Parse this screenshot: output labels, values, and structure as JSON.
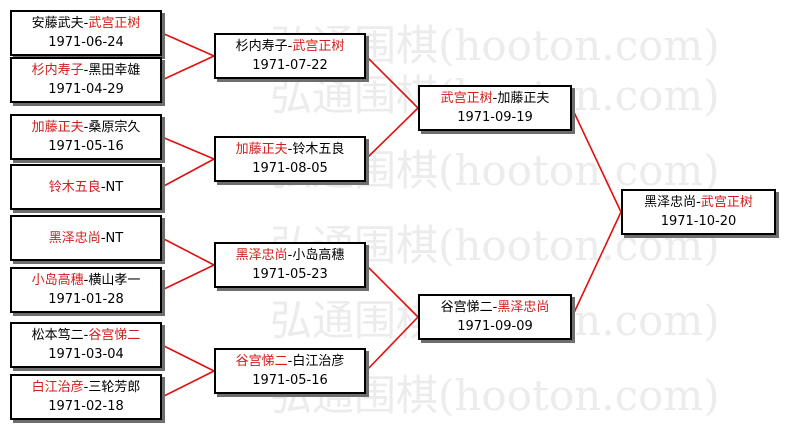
{
  "watermark": "弘通围棋(hooton.com)",
  "colors": {
    "line": "#e01010",
    "winner": "#d02020",
    "text": "#000000"
  },
  "bracket": {
    "round1": [
      {
        "p1": "安藤武夫",
        "p2": "武宫正树",
        "winner": 2,
        "date": "1971-06-24"
      },
      {
        "p1": "杉内寿子",
        "p2": "黑田幸雄",
        "winner": 1,
        "date": "1971-04-29"
      },
      {
        "p1": "加藤正夫",
        "p2": "桑原宗久",
        "winner": 1,
        "date": "1971-05-16"
      },
      {
        "p1": "铃木五良",
        "p2": "NT",
        "winner": 1,
        "date": ""
      },
      {
        "p1": "黑泽忠尚",
        "p2": "NT",
        "winner": 1,
        "date": ""
      },
      {
        "p1": "小岛高穗",
        "p2": "横山孝一",
        "winner": 1,
        "date": "1971-01-28"
      },
      {
        "p1": "松本笃二",
        "p2": "谷宫悌二",
        "winner": 2,
        "date": "1971-03-04"
      },
      {
        "p1": "白江治彦",
        "p2": "三轮芳郎",
        "winner": 1,
        "date": "1971-02-18"
      }
    ],
    "round2": [
      {
        "p1": "杉内寿子",
        "p2": "武宫正树",
        "winner": 2,
        "date": "1971-07-22"
      },
      {
        "p1": "加藤正夫",
        "p2": "铃木五良",
        "winner": 1,
        "date": "1971-08-05"
      },
      {
        "p1": "黑泽忠尚",
        "p2": "小岛高穗",
        "winner": 1,
        "date": "1971-05-23"
      },
      {
        "p1": "谷宫悌二",
        "p2": "白江治彦",
        "winner": 1,
        "date": "1971-05-16"
      }
    ],
    "round3": [
      {
        "p1": "武宫正树",
        "p2": "加藤正夫",
        "winner": 1,
        "date": "1971-09-19"
      },
      {
        "p1": "谷宫悌二",
        "p2": "黑泽忠尚",
        "winner": 2,
        "date": "1971-09-09"
      }
    ],
    "final": [
      {
        "p1": "黑泽忠尚",
        "p2": "武宫正树",
        "winner": 2,
        "date": "1971-10-20"
      }
    ]
  }
}
